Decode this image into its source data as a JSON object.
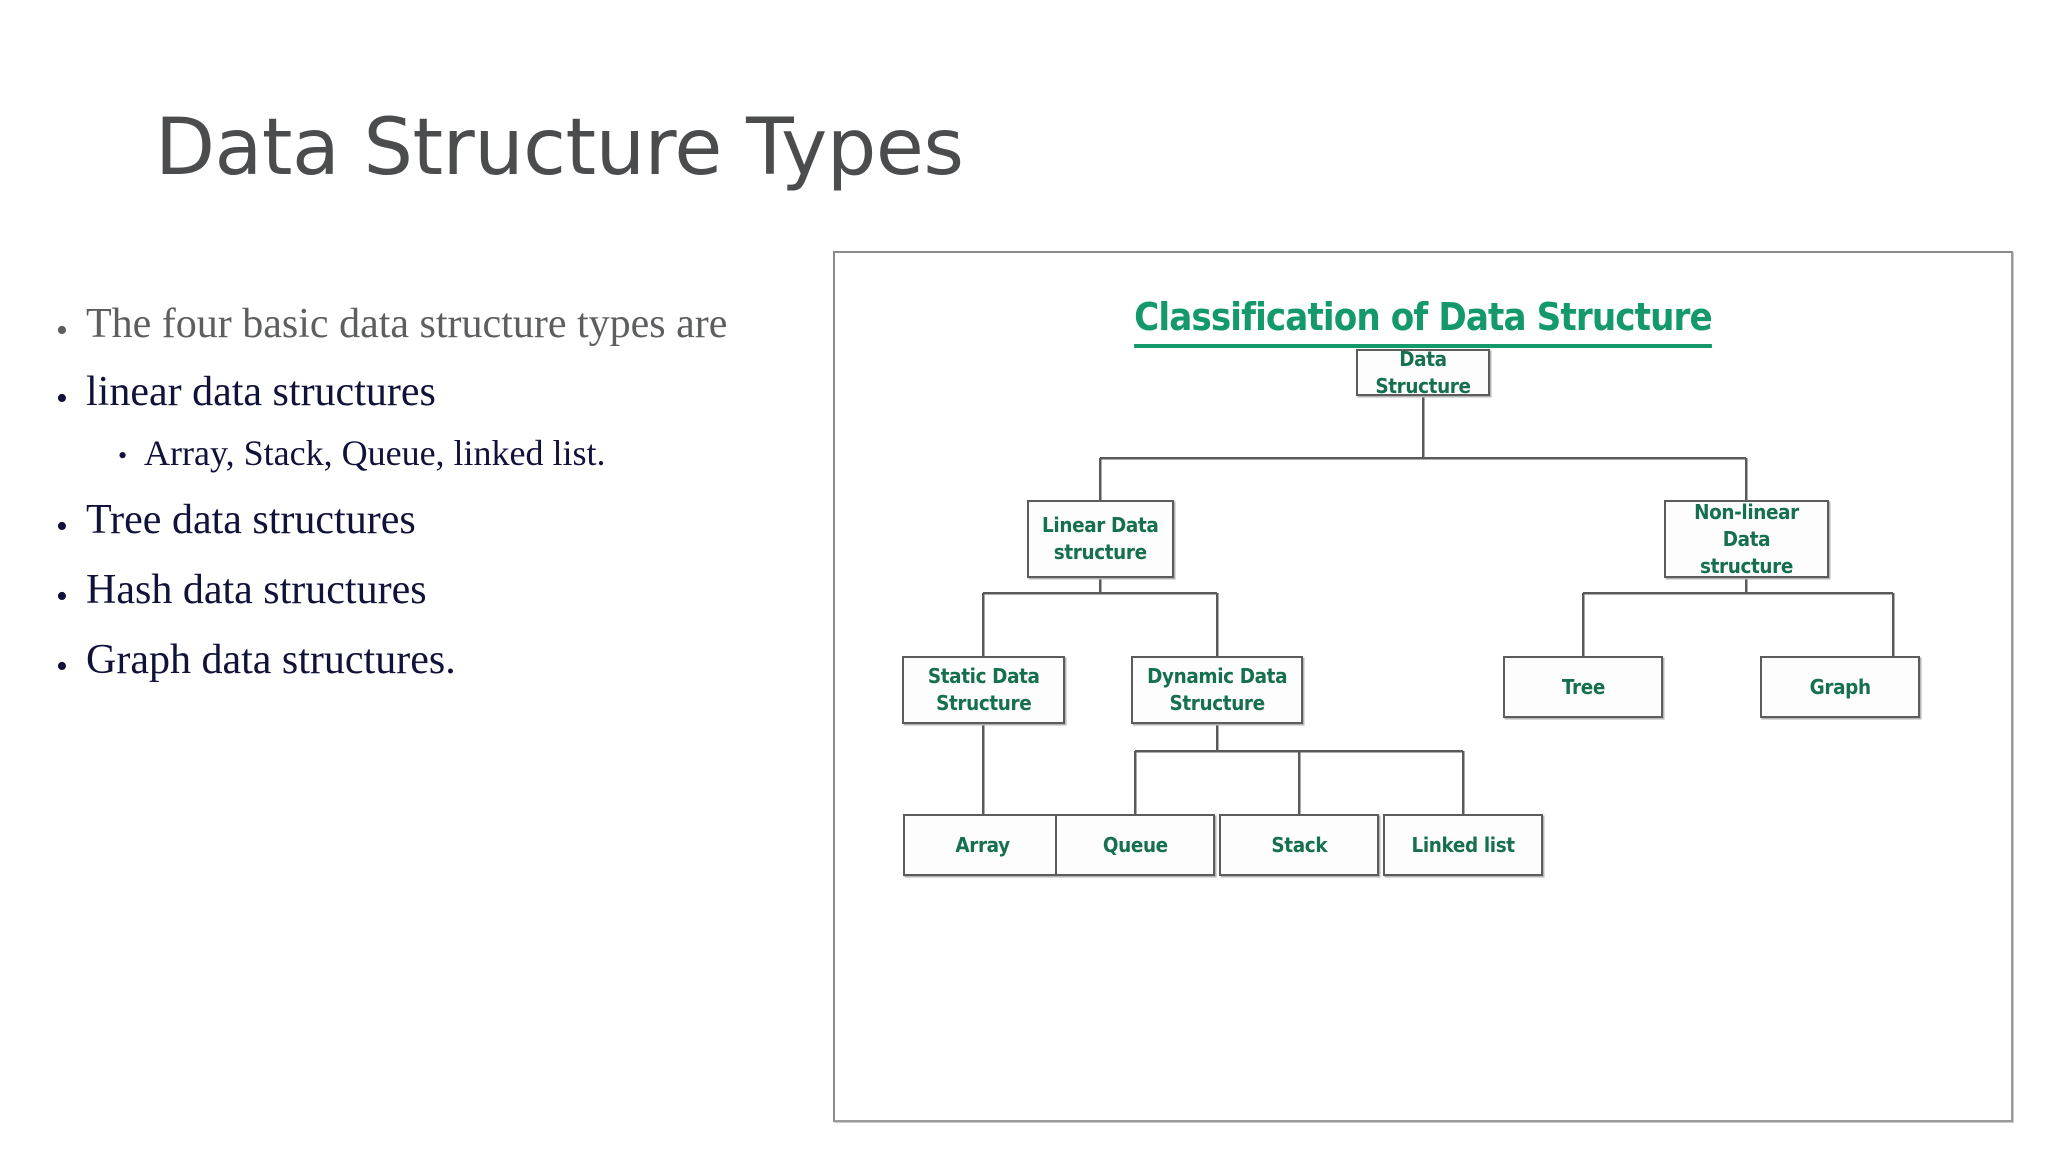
{
  "slide": {
    "title": "Data Structure Types",
    "title_color": "#4a4c4e",
    "background": "#ffffff"
  },
  "bullets": [
    {
      "level": 1,
      "marker": "•",
      "text": "The four basic data structure types are",
      "color": "#5d5e60"
    },
    {
      "level": 1,
      "marker": "•",
      "text": "linear data structures",
      "color": "#10123a"
    },
    {
      "level": 2,
      "marker": "•",
      "text": "Array, Stack, Queue, linked list.",
      "color": "#10123a"
    },
    {
      "level": 1,
      "marker": "•",
      "text": " Tree data structures",
      "color": "#10123a"
    },
    {
      "level": 1,
      "marker": "•",
      "text": "Hash data structures",
      "color": "#10123a"
    },
    {
      "level": 1,
      "marker": "•",
      "text": "Graph data structures.",
      "color": "#10123a"
    }
  ],
  "diagram": {
    "title": "Classification of Data Structure",
    "title_color": "#13996a",
    "node_text_color": "#16704d",
    "node_border_color": "#5c5c5c",
    "edge_color": "#5a5a5a",
    "nodes": {
      "root": "Data Structure",
      "linear": "Linear Data structure",
      "linear_l1": "Linear Data",
      "linear_l2": "structure",
      "nonlinear_l1": "Non-linear Data",
      "nonlinear_l2": "structure",
      "static_l1": "Static Data",
      "static_l2": "Structure",
      "dynamic_l1": "Dynamic Data",
      "dynamic_l2": "Structure",
      "tree": "Tree",
      "graph": "Graph",
      "array": "Array",
      "queue": "Queue",
      "stack": "Stack",
      "linked_list": "Linked list"
    }
  },
  "chart_data": {
    "type": "diagram",
    "title": "Classification of Data Structure",
    "levels": [
      [
        "Data Structure"
      ],
      [
        "Linear Data structure",
        "Non-linear Data structure"
      ],
      [
        "Static Data Structure",
        "Dynamic Data Structure",
        "Tree",
        "Graph"
      ],
      [
        "Array",
        "Queue",
        "Stack",
        "Linked list"
      ]
    ],
    "edges": [
      [
        "Data Structure",
        "Linear Data structure"
      ],
      [
        "Data Structure",
        "Non-linear Data structure"
      ],
      [
        "Linear Data structure",
        "Static Data Structure"
      ],
      [
        "Linear Data structure",
        "Dynamic Data Structure"
      ],
      [
        "Non-linear Data structure",
        "Tree"
      ],
      [
        "Non-linear Data structure",
        "Graph"
      ],
      [
        "Static Data Structure",
        "Array"
      ],
      [
        "Dynamic Data Structure",
        "Queue"
      ],
      [
        "Dynamic Data Structure",
        "Stack"
      ],
      [
        "Dynamic Data Structure",
        "Linked list"
      ]
    ]
  }
}
